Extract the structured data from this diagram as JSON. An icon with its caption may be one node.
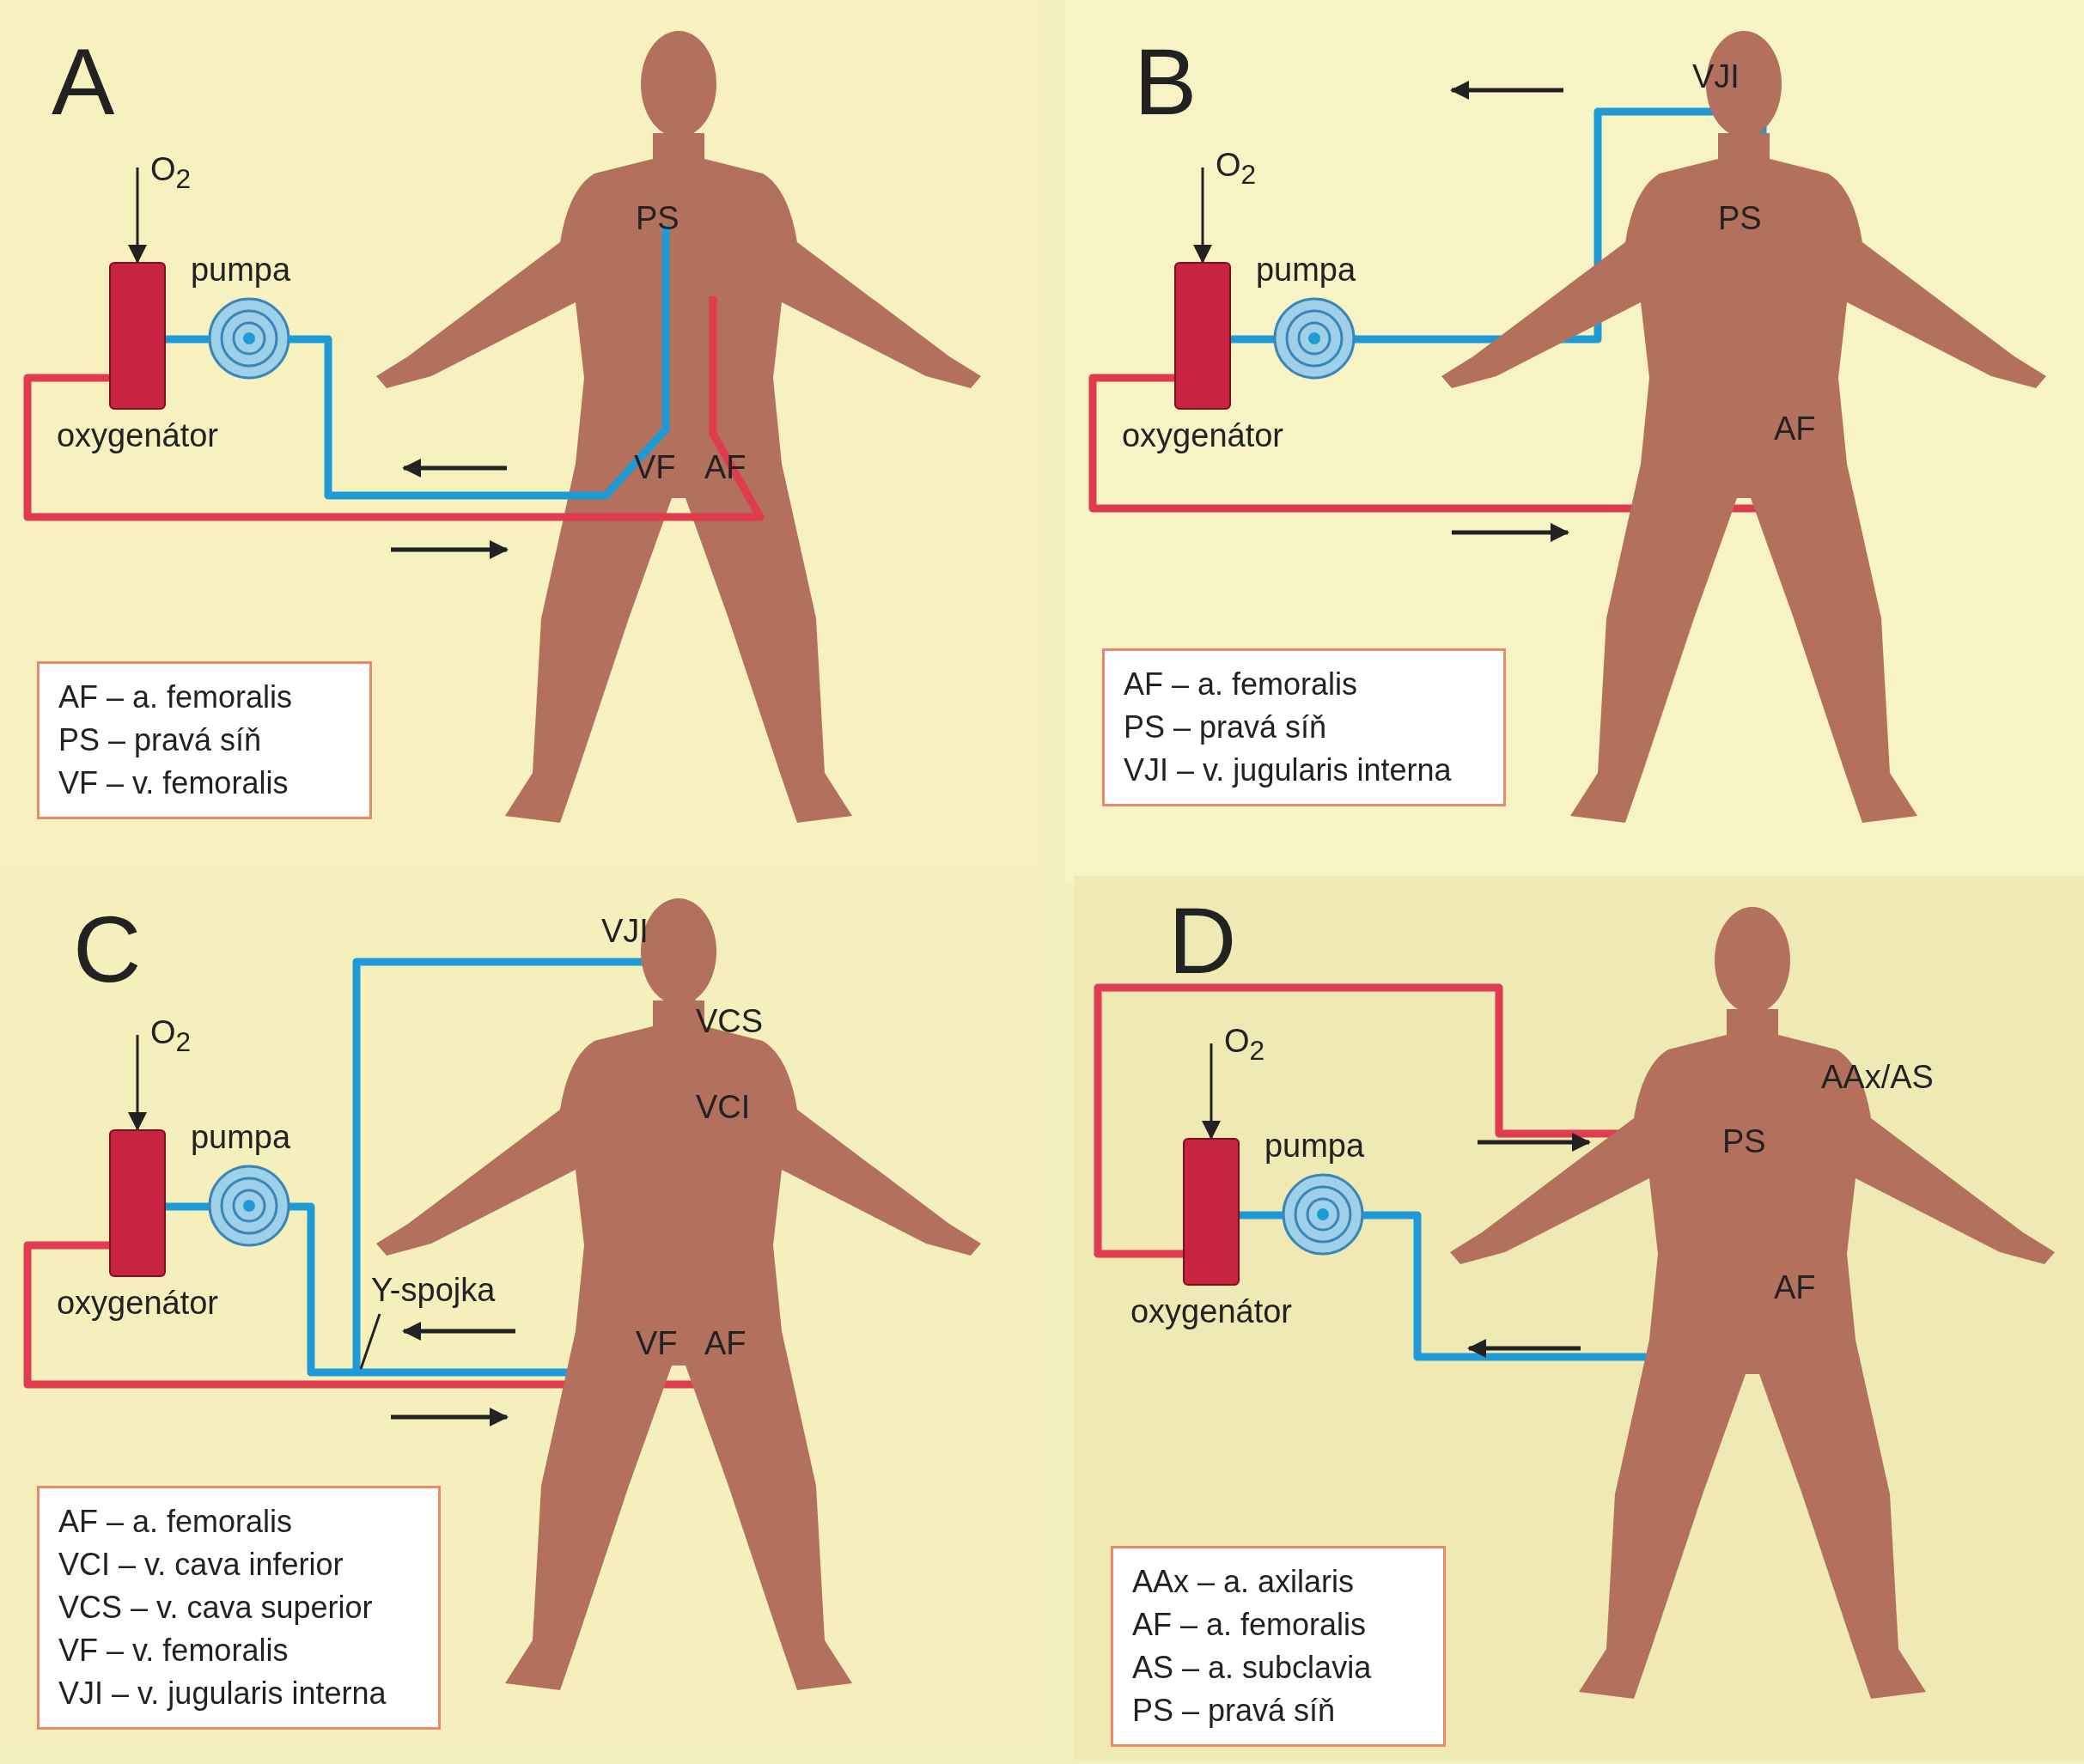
{
  "diagram": {
    "nodes": [
      {
        "text": [
          "oxygenátor"
        ]
      },
      {
        "text": [
          "pumpa"
        ]
      },
      {
        "text": [],
        "shape": "person"
      },
      {
        "text": [
          "AF – a. femoralis",
          "PS – pravá síň",
          "VF – v. femoralis"
        ]
      },
      {
        "text": [
          "oxygenátor"
        ]
      },
      {
        "text": [
          "pumpa"
        ]
      },
      {
        "text": [],
        "shape": "person"
      },
      {
        "text": [
          "AF – a. femoralis",
          "PS – pravá síň",
          "VJI – v. jugularis interna"
        ]
      },
      {
        "text": [
          "oxygenátor"
        ]
      },
      {
        "text": [
          "pumpa"
        ]
      },
      {
        "text": [],
        "shape": "person"
      },
      {
        "text": [
          "AF – a. femoralis",
          "VCI – v. cava inferior",
          "VCS – v. cava superior",
          "VF – v. femoralis",
          "VJI – v. jugularis interna"
        ]
      },
      {
        "text": [
          "Y-spojka"
        ]
      },
      {
        "text": [
          "oxygenátor"
        ]
      },
      {
        "text": [
          "pumpa"
        ]
      },
      {
        "text": [],
        "shape": "person"
      },
      {
        "text": [
          "AAx – a. axilaris",
          "AF – a. femoralis",
          "AS – a. subclavia",
          "PS – pravá síň"
        ]
      }
    ],
    "edges": [
      {
        "from": null,
        "to": 0,
        "arrow": "to",
        "label": "O$_{2}$",
        "color": "#222222"
      },
      {
        "from": 0,
        "to": 2,
        "arrow": "none",
        "color": "#e03b4e"
      },
      {
        "from": 2,
        "to": 1,
        "arrow": "none",
        "color": "#1e9ad6"
      },
      {
        "from": 1,
        "to": 0,
        "arrow": "none",
        "color": "#1e9ad6"
      },
      {
        "from": null,
        "to": 4,
        "arrow": "to",
        "label": "O$_{2}$",
        "color": "#222222"
      },
      {
        "from": 4,
        "to": 6,
        "arrow": "none",
        "color": "#e03b4e"
      },
      {
        "from": 6,
        "to": 5,
        "arrow": "none",
        "color": "#1e9ad6"
      },
      {
        "from": 5,
        "to": 4,
        "arrow": "none",
        "color": "#1e9ad6"
      },
      {
        "from": null,
        "to": 8,
        "arrow": "to",
        "label": "O$_{2}$",
        "color": "#222222"
      },
      {
        "from": 8,
        "to": 10,
        "arrow": "none",
        "color": "#e03b4e"
      },
      {
        "from": 10,
        "to": 9,
        "arrow": "none",
        "color": "#1e9ad6"
      },
      {
        "from": 9,
        "to": 8,
        "arrow": "none",
        "color": "#1e9ad6"
      },
      {
        "from": 12,
        "to": null,
        "arrow": "none",
        "color": "#222222"
      },
      {
        "from": null,
        "to": 13,
        "arrow": "to",
        "label": "O$_{2}$",
        "color": "#222222"
      },
      {
        "from": 13,
        "to": 15,
        "arrow": "none",
        "color": "#e03b4e"
      },
      {
        "from": 15,
        "to": 14,
        "arrow": "none",
        "color": "#1e9ad6"
      },
      {
        "from": 14,
        "to": 13,
        "arrow": "none",
        "color": "#1e9ad6"
      }
    ],
    "labels": [
      "A",
      "PS",
      "VF",
      "AF",
      "B",
      "VJI",
      "PS",
      "AF",
      "C",
      "VJI",
      "VCS",
      "VCI",
      "VF",
      "AF",
      "D",
      "AAx/AS",
      "PS",
      "AF"
    ]
  }
}
